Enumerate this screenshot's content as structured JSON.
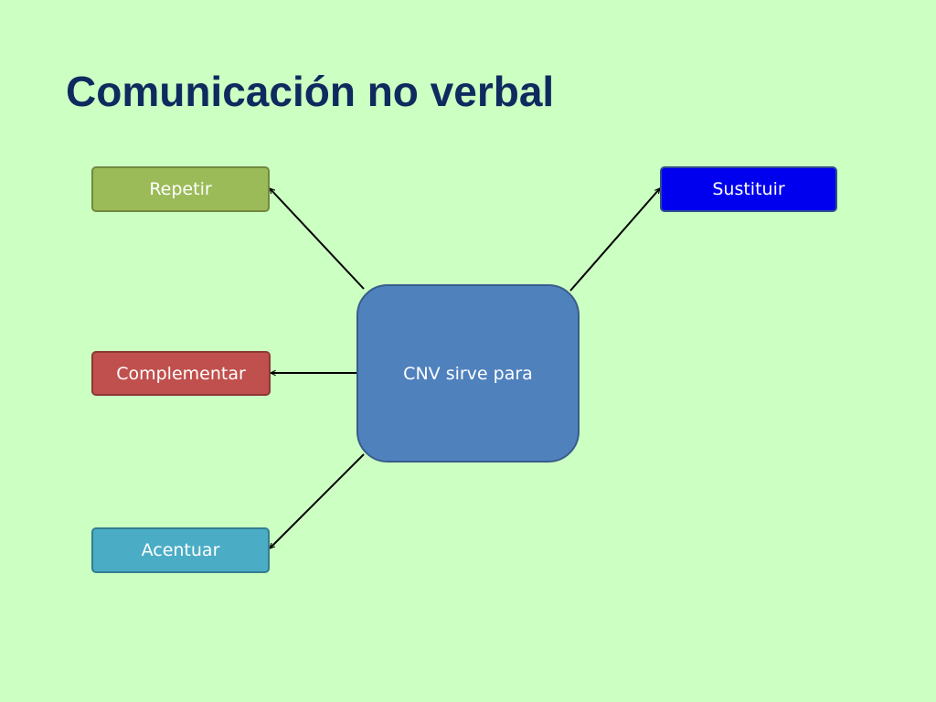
{
  "slide": {
    "background": "#ccffc2",
    "title": "Comunicación no verbal",
    "title_color": "#0e2a5e"
  },
  "diagram": {
    "center": {
      "label": "CNV sirve para",
      "fill": "#4f81bd",
      "stroke": "#385d8a"
    },
    "nodes": [
      {
        "id": "repetir",
        "label": "Repetir",
        "fill": "#9bbb59",
        "stroke": "#71893f"
      },
      {
        "id": "sustituir",
        "label": "Sustituir",
        "fill": "#0000ee",
        "stroke": "#2f4f8f"
      },
      {
        "id": "complementar",
        "label": "Complementar",
        "fill": "#c0504d",
        "stroke": "#8c3836"
      },
      {
        "id": "acentuar",
        "label": "Acentuar",
        "fill": "#4bacc6",
        "stroke": "#357d91"
      }
    ],
    "edges": [
      {
        "from": "center",
        "to": "repetir"
      },
      {
        "from": "center",
        "to": "sustituir"
      },
      {
        "from": "center",
        "to": "complementar"
      },
      {
        "from": "center",
        "to": "acentuar"
      }
    ],
    "arrow_color": "#000000"
  }
}
